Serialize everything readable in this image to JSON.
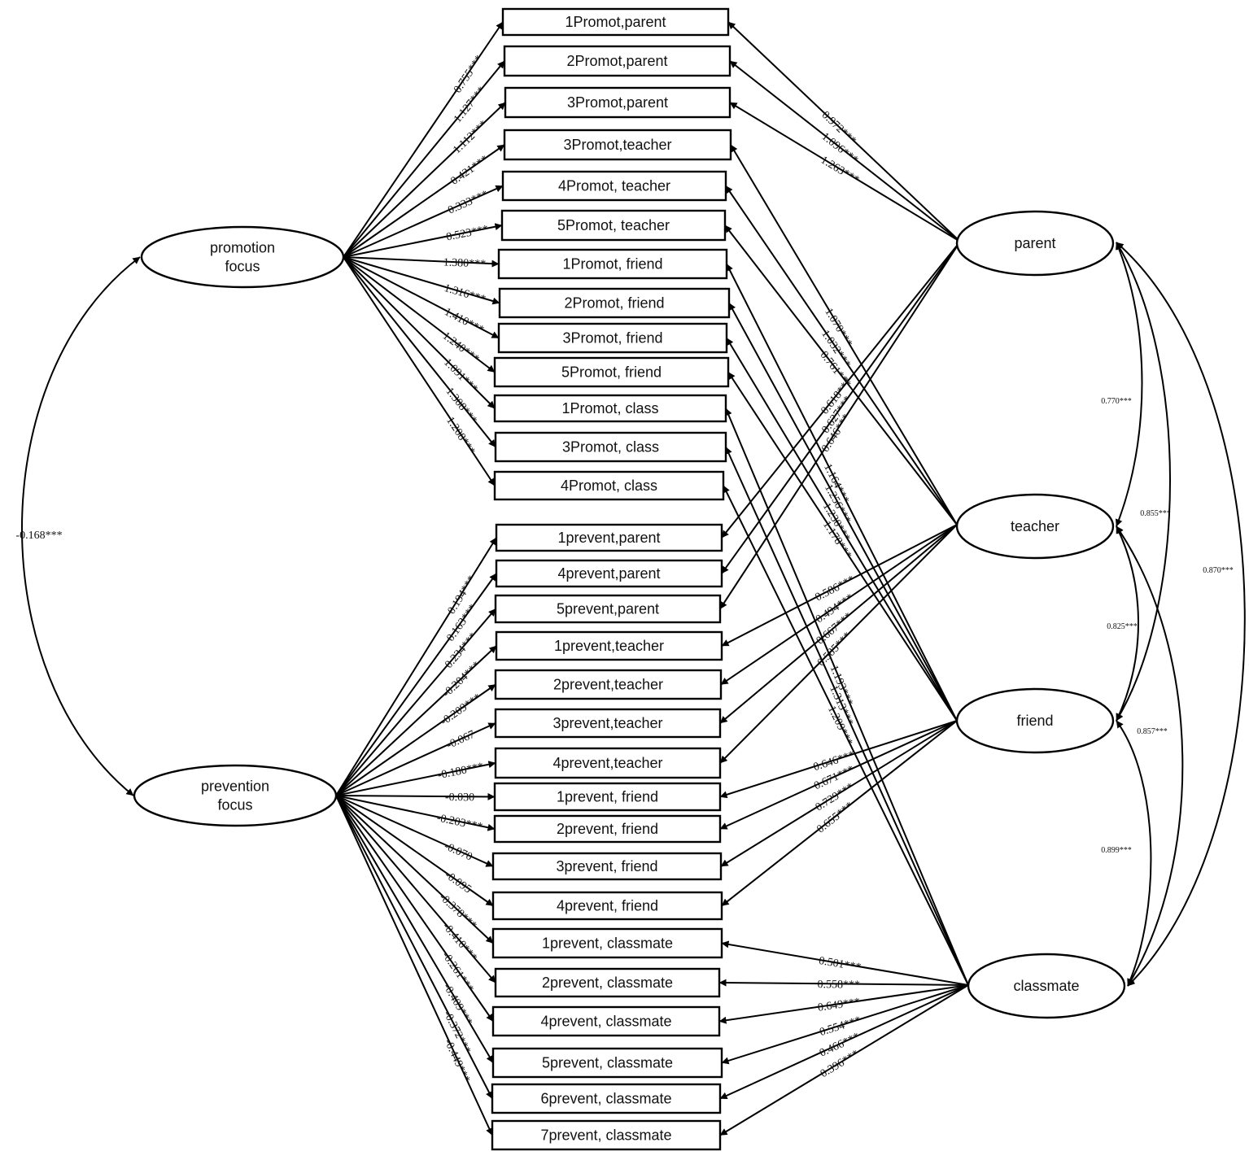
{
  "latents": [
    {
      "id": "promotion",
      "lines": [
        "promotion",
        "focus"
      ]
    },
    {
      "id": "prevention",
      "lines": [
        "prevention",
        "focus"
      ]
    },
    {
      "id": "parent",
      "lines": [
        "parent"
      ]
    },
    {
      "id": "teacher",
      "lines": [
        "teacher"
      ]
    },
    {
      "id": "friend",
      "lines": [
        "friend"
      ]
    },
    {
      "id": "classmate",
      "lines": [
        "classmate"
      ]
    }
  ],
  "indicators": [
    {
      "label": "1Promot,parent",
      "focus": "promotion",
      "focus_loading": "0.755***",
      "source": "parent",
      "source_loading": "0.972***"
    },
    {
      "label": "2Promot,parent",
      "focus": "promotion",
      "focus_loading": "1.127***",
      "source": "parent",
      "source_loading": "1.096***"
    },
    {
      "label": "3Promot,parent",
      "focus": "promotion",
      "focus_loading": "1.112***",
      "source": "parent",
      "source_loading": "1.263***"
    },
    {
      "label": "3Promot,teacher",
      "focus": "promotion",
      "focus_loading": "0.421***",
      "source": "teacher",
      "source_loading": "1.070***"
    },
    {
      "label": "4Promot, teacher",
      "focus": "promotion",
      "focus_loading": "0.333***",
      "source": "teacher",
      "source_loading": "1.032***"
    },
    {
      "label": "5Promot, teacher",
      "focus": "promotion",
      "focus_loading": "0.523***",
      "source": "teacher",
      "source_loading": "0.761***"
    },
    {
      "label": "1Promot, friend",
      "focus": "promotion",
      "focus_loading": "1.380***",
      "source": "friend",
      "source_loading": "1.164***"
    },
    {
      "label": "2Promot, friend",
      "focus": "promotion",
      "focus_loading": "1.316***",
      "source": "friend",
      "source_loading": "1.256***"
    },
    {
      "label": "3Promot, friend",
      "focus": "promotion",
      "focus_loading": "1.410***",
      "source": "friend",
      "source_loading": "1.230***"
    },
    {
      "label": "5Promot, friend",
      "focus": "promotion",
      "focus_loading": "1.240***",
      "source": "friend",
      "source_loading": "1.178***"
    },
    {
      "label": "1Promot, class",
      "focus": "promotion",
      "focus_loading": "1.091***",
      "source": "classmate",
      "source_loading": "1.193***"
    },
    {
      "label": "3Promot, class",
      "focus": "promotion",
      "focus_loading": "1.308***",
      "source": "classmate",
      "source_loading": "1.313***"
    },
    {
      "label": "4Promot, class",
      "focus": "promotion",
      "focus_loading": "1.208***",
      "source": "classmate",
      "source_loading": "1.209***"
    },
    {
      "label": "1prevent,parent",
      "focus": "prevention",
      "focus_loading": "0.194***",
      "source": "parent",
      "source_loading": "0.618***"
    },
    {
      "label": "4prevent,parent",
      "focus": "prevention",
      "focus_loading": "0.163***",
      "source": "parent",
      "source_loading": "0.627***"
    },
    {
      "label": "5prevent,parent",
      "focus": "prevention",
      "focus_loading": "0.234***",
      "source": "parent",
      "source_loading": "0.646***"
    },
    {
      "label": "1prevent,teacher",
      "focus": "prevention",
      "focus_loading": "-0.204***",
      "source": "teacher",
      "source_loading": "0.586***"
    },
    {
      "label": "2prevent,teacher",
      "focus": "prevention",
      "focus_loading": "-0.209***",
      "source": "teacher",
      "source_loading": "0.494***"
    },
    {
      "label": "3prevent,teacher",
      "focus": "prevention",
      "focus_loading": "-0.067",
      "source": "teacher",
      "source_loading": "0.667***"
    },
    {
      "label": "4prevent,teacher",
      "focus": "prevention",
      "focus_loading": "-0.180***",
      "source": "teacher",
      "source_loading": "0.585***"
    },
    {
      "label": "1prevent, friend",
      "focus": "prevention",
      "focus_loading": "-0.030",
      "source": "friend",
      "source_loading": "0.646***"
    },
    {
      "label": "2prevent, friend",
      "focus": "prevention",
      "focus_loading": "-0.203***",
      "source": "friend",
      "source_loading": "0.671***"
    },
    {
      "label": "3prevent, friend",
      "focus": "prevention",
      "focus_loading": "-0.070",
      "source": "friend",
      "source_loading": "0.729***"
    },
    {
      "label": "4prevent, friend",
      "focus": "prevention",
      "focus_loading": "-0.095",
      "source": "friend",
      "source_loading": "0.655***"
    },
    {
      "label": "1prevent, classmate",
      "focus": "prevention",
      "focus_loading": "-0.378***",
      "source": "classmate",
      "source_loading": "0.501***"
    },
    {
      "label": "2prevent, classmate",
      "focus": "prevention",
      "focus_loading": "-0.410***",
      "source": "classmate",
      "source_loading": "0.558***"
    },
    {
      "label": "4prevent, classmate",
      "focus": "prevention",
      "focus_loading": "-0.261***",
      "source": "classmate",
      "source_loading": "0.649***"
    },
    {
      "label": "5prevent, classmate",
      "focus": "prevention",
      "focus_loading": "-0.409***",
      "source": "classmate",
      "source_loading": "0.554***"
    },
    {
      "label": "6prevent, classmate",
      "focus": "prevention",
      "focus_loading": "-0.372***",
      "source": "classmate",
      "source_loading": "0.466***"
    },
    {
      "label": "7prevent, classmate",
      "focus": "prevention",
      "focus_loading": "-0.449***",
      "source": "classmate",
      "source_loading": "0.396***"
    }
  ],
  "correlations": [
    {
      "from": "promotion",
      "to": "prevention",
      "value": "-0.168***"
    },
    {
      "from": "parent",
      "to": "teacher",
      "value": "0.770***"
    },
    {
      "from": "parent",
      "to": "friend",
      "value": "0.855***"
    },
    {
      "from": "parent",
      "to": "classmate",
      "value": "0.870***"
    },
    {
      "from": "teacher",
      "to": "friend",
      "value": "0.825***"
    },
    {
      "from": "teacher",
      "to": "classmate",
      "value": "0.857***"
    },
    {
      "from": "friend",
      "to": "classmate",
      "value": "0.899***"
    }
  ]
}
